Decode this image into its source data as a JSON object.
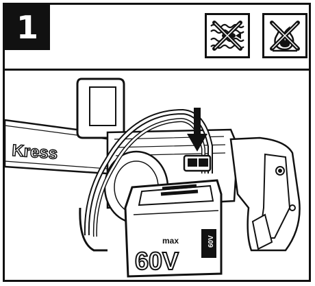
{
  "step": {
    "number": "1"
  },
  "warnings": [
    {
      "icon": "no-water-icon"
    },
    {
      "icon": "no-fire-icon"
    }
  ],
  "product": {
    "brand": "Kress",
    "battery_voltage": "60V",
    "battery_label": "max",
    "side_label": "60V"
  },
  "indicator": {
    "icon": "arrow-down-icon"
  }
}
